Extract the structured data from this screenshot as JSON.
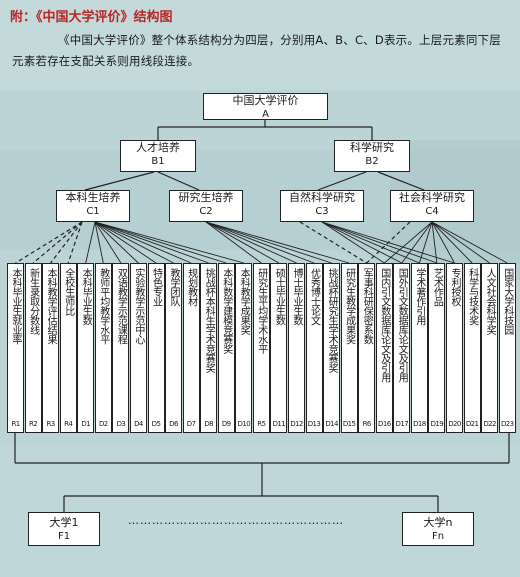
{
  "heading": "附：《中国大学评价》结构图",
  "intro": "《中国大学评价》整个体系结构分为四层，分别用A、B、C、D表示。上层元素同下层元素若存在支配关系则用线段连接。",
  "root": {
    "label": "中国大学评价",
    "code": "A"
  },
  "level_b": [
    {
      "label": "人才培养",
      "code": "B1"
    },
    {
      "label": "科学研究",
      "code": "B2"
    }
  ],
  "level_c": [
    {
      "label": "本科生培养",
      "code": "C1"
    },
    {
      "label": "研究生培养",
      "code": "C2"
    },
    {
      "label": "自然科学研究",
      "code": "C3"
    },
    {
      "label": "社会科学研究",
      "code": "C4"
    }
  ],
  "indicators": [
    {
      "label": "本科毕业生就业率",
      "code": "R1"
    },
    {
      "label": "新生录取分数线",
      "code": "R2"
    },
    {
      "label": "本科教学评估结果",
      "code": "R3"
    },
    {
      "label": "全校生师比",
      "code": "R4"
    },
    {
      "label": "本科毕业生数",
      "code": "D1"
    },
    {
      "label": "教师平均教学水平",
      "code": "D2"
    },
    {
      "label": "双语教学示范课程",
      "code": "D3"
    },
    {
      "label": "实验教学示范中心",
      "code": "D4"
    },
    {
      "label": "特色专业",
      "code": "D5"
    },
    {
      "label": "教学团队",
      "code": "D6"
    },
    {
      "label": "规划教材",
      "code": "D7"
    },
    {
      "label": "挑战杯本科生学术竞赛奖",
      "code": "D8"
    },
    {
      "label": "本科数学建模竞赛奖",
      "code": "D9"
    },
    {
      "label": "本科教学成果奖",
      "code": "D10"
    },
    {
      "label": "研究生平均学术水平",
      "code": "R5"
    },
    {
      "label": "硕士毕业生数",
      "code": "D11"
    },
    {
      "label": "博士毕业生数",
      "code": "D12"
    },
    {
      "label": "优秀博士论文",
      "code": "D13"
    },
    {
      "label": "挑战杯研究生学术竞赛奖",
      "code": "D14"
    },
    {
      "label": "研究生教学成果奖",
      "code": "D15"
    },
    {
      "label": "军事科研保密系数",
      "code": "R6"
    },
    {
      "label": "国内引文数据库论文及引用",
      "code": "D16"
    },
    {
      "label": "国外引文数据库论文及引用",
      "code": "D17"
    },
    {
      "label": "学术著作引用",
      "code": "D18"
    },
    {
      "label": "艺术作品",
      "code": "D19"
    },
    {
      "label": "专利授权",
      "code": "D20"
    },
    {
      "label": "科学与技术奖",
      "code": "D21"
    },
    {
      "label": "人文社会科学奖",
      "code": "D22"
    },
    {
      "label": "国家大学科技园",
      "code": "D23"
    }
  ],
  "universities": [
    {
      "label": "大学1",
      "code": "F1"
    },
    {
      "label": "大学n",
      "code": "Fn"
    }
  ],
  "ellipsis": "………………………………………………",
  "colors": {
    "background": "#bcd4d6",
    "heading": "#b8262a",
    "box": "#ffffff",
    "line": "#222222"
  }
}
